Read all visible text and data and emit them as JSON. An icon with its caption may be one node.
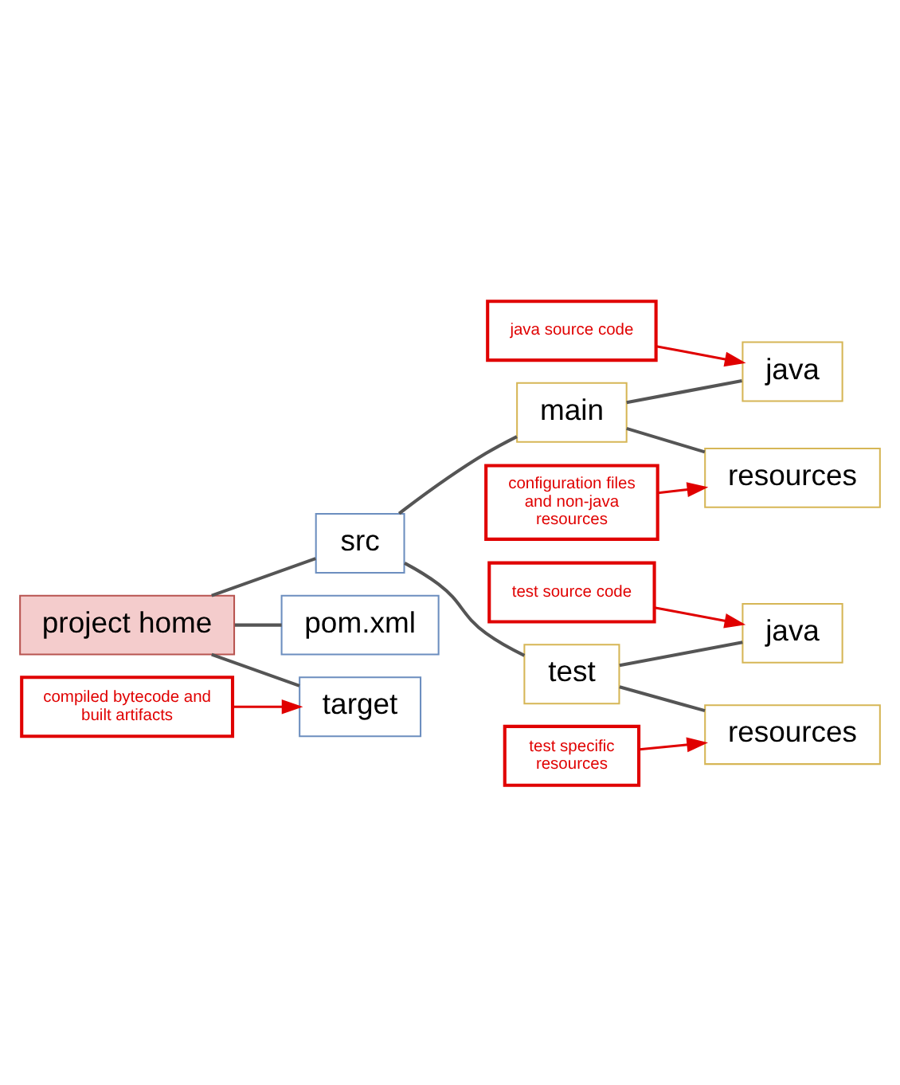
{
  "diagram": {
    "nodes": [
      {
        "text": [
          "project home"
        ]
      },
      {
        "text": [
          "src"
        ]
      },
      {
        "text": [
          "main"
        ]
      },
      {
        "text": [
          "java source code"
        ]
      },
      {
        "text": [
          "java"
        ]
      },
      {
        "text": [
          "resources"
        ]
      },
      {
        "text": [
          "configuration files and non-java resources"
        ]
      },
      {
        "text": [
          "test"
        ]
      },
      {
        "text": [
          "test source code"
        ]
      },
      {
        "text": [
          "java"
        ]
      },
      {
        "text": [
          "test specific resources"
        ]
      },
      {
        "text": [
          "resources"
        ]
      },
      {
        "text": [
          "target"
        ]
      },
      {
        "text": [
          "compiled bytecode and built artifacts"
        ]
      },
      {
        "text": [
          "pom.xml"
        ]
      }
    ],
    "edges": [
      {
        "from": 0,
        "to": 1,
        "arrow": "none"
      },
      {
        "from": 1,
        "to": 2,
        "arrow": "none"
      },
      {
        "from": 2,
        "to": 4,
        "arrow": "none"
      },
      {
        "from": 2,
        "to": 5,
        "arrow": "none"
      },
      {
        "from": 1,
        "to": 7,
        "arrow": "none"
      },
      {
        "from": 7,
        "to": 9,
        "arrow": "none"
      },
      {
        "from": 7,
        "to": 11,
        "arrow": "none"
      },
      {
        "from": 0,
        "to": 12,
        "arrow": "none"
      },
      {
        "from": 0,
        "to": 14,
        "arrow": "none"
      },
      {
        "from": 3,
        "to": 4,
        "arrow": "to",
        "color": "#e00000"
      },
      {
        "from": 6,
        "to": 5,
        "arrow": "to",
        "color": "#e00000"
      },
      {
        "from": 8,
        "to": 9,
        "arrow": "to",
        "color": "#e00000"
      },
      {
        "from": 10,
        "to": 11,
        "arrow": "to",
        "color": "#e00000"
      },
      {
        "from": 13,
        "to": 12,
        "arrow": "to",
        "color": "#e00000"
      }
    ]
  }
}
